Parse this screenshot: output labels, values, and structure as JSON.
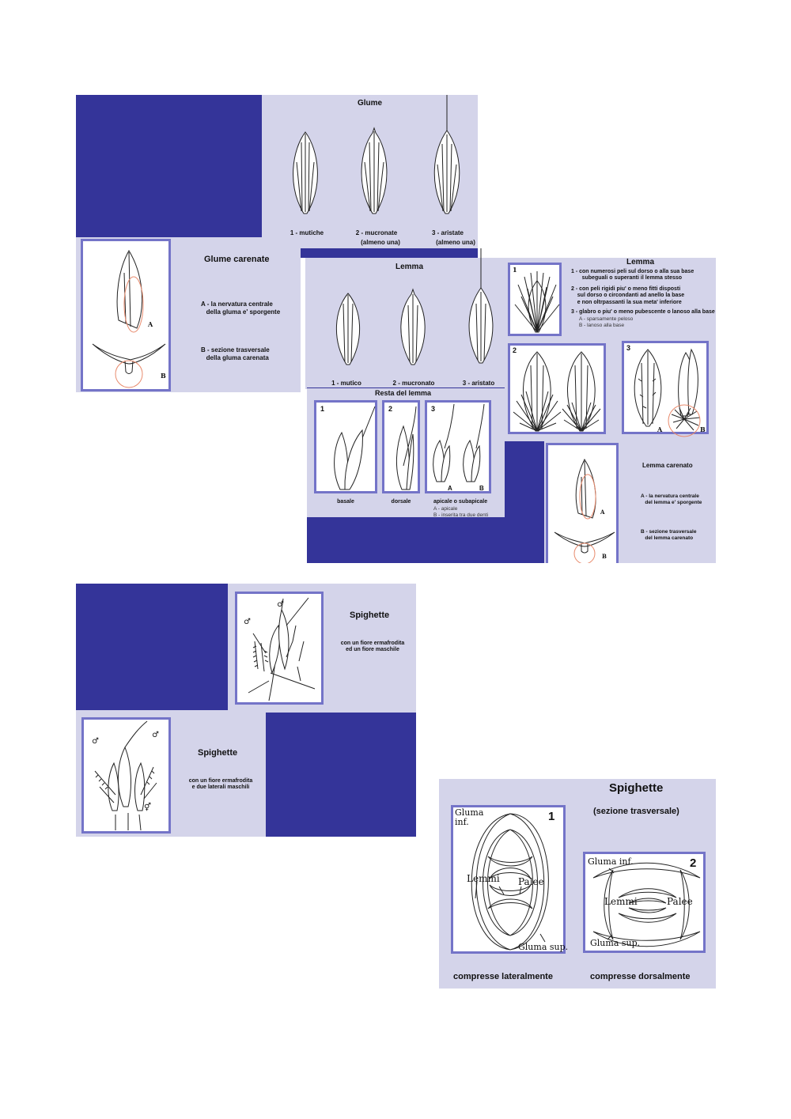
{
  "glume": {
    "title": "Glume",
    "labels": [
      "1 - mutiche",
      "2 - mucronate",
      "3 - aristate"
    ],
    "sublabels": [
      "(almeno una)",
      "(almeno una)"
    ],
    "carenate_title": "Glume carenate",
    "carenate_a": "A - la nervatura centrale\n   della gluma e' sporgente",
    "carenate_b": "B - sezione trasversale\n   della gluma carenata",
    "letters": [
      "A",
      "B"
    ]
  },
  "lemma": {
    "title": "Lemma",
    "labels": [
      "1 - mutico",
      "2 - mucronato",
      "3 - aristato"
    ],
    "hair_title": "Lemma",
    "hair_items": [
      "1 - con numerosi peli sul dorso o alla sua base\n       subeguali o superanti il lemma stesso",
      "2 - con peli rigidi piu' o meno fitti disposti\n    sul dorso o circondanti ad anello la base\n    e non oltrpassanti la sua meta' inferiore",
      "3 - glabro o piu' o meno pubescente o lanoso alla base"
    ],
    "hair_sub": "A - sparsamente peloso\nB - lanoso alla base",
    "box_numbers": [
      "1",
      "2",
      "3"
    ],
    "resta_title": "Resta del lemma",
    "resta_labels": [
      "basale",
      "dorsale",
      "apicale o subapicale"
    ],
    "resta_sub": "A - apicale\nB - inserita tra due denti",
    "carenato_title": "Lemma carenato",
    "carenato_a": "A - la nervatura centrale\n   del lemma e' sporgente",
    "carenato_b": "B - sezione trasversale\n   del lemma carenato",
    "letters": [
      "A",
      "B"
    ]
  },
  "spighette1": {
    "title": "Spighette",
    "text": "con un fiore ermafrodita\ned un fiore maschile",
    "title2": "Spighette",
    "text2": "con un fiore ermafrodita\ne due laterali maschili",
    "male_symbol": "♂",
    "herm_symbol": "⚥"
  },
  "spighette2": {
    "title": "Spighette",
    "subtitle": "(sezione trasversale)",
    "numbers": [
      "1",
      "2"
    ],
    "labels1": {
      "gluma_inf": "Gluma\ninf.",
      "lemmi": "Lemmi",
      "palee": "Palee",
      "gluma_sup": "Gluma sup."
    },
    "labels2": {
      "gluma_inf": "Gluma inf.",
      "lemmi": "Lemmi",
      "palee": "Palee",
      "gluma_sup": "Gluma sup."
    },
    "caption1": "compresse lateralmente",
    "caption2": "compresse dorsalmente"
  },
  "colors": {
    "panel": "#d4d4ea",
    "navy": "#343499",
    "frame": "#7474c8"
  }
}
